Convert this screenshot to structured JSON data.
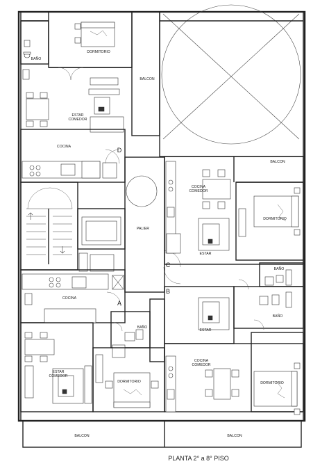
{
  "title": "PLANTA 2° a 8° PISO",
  "rooms": {
    "bano_top_left": "BAÑO",
    "dormitorio_top": "DORMITORIO",
    "balcon_top": "BALCON",
    "estar_comedor_top": [
      "ESTAR",
      "COMEDOR"
    ],
    "cocina_top": "COCINA",
    "cocina_comedor_top": [
      "COCINA",
      "COMEDOR"
    ],
    "balcon_right": "BALCON",
    "dormitorio_right_top": "DORMITORIO",
    "palier": "PALIER",
    "estar_right_top": "ESTAR",
    "bano_right_top": "BAÑO",
    "cocina_bottom": "COCINA",
    "bano_middle": "BAÑO",
    "estar_right_bottom": "ESTAR",
    "bano_right_bottom": "BAÑO",
    "estar_comedor_bottom": [
      "ESTAR",
      "COMEDOR"
    ],
    "dormitorio_bottom_left": "DORMITORIO",
    "cocina_comedor_bottom": [
      "COCINA",
      "COMEDOR"
    ],
    "dormitorio_bottom_right": "DORMITORIO",
    "balcon_bottom_left": "BALCON",
    "balcon_bottom_right": "BALCON"
  },
  "markers": {
    "a": "A",
    "b": "B",
    "c": "C",
    "d": "D"
  }
}
